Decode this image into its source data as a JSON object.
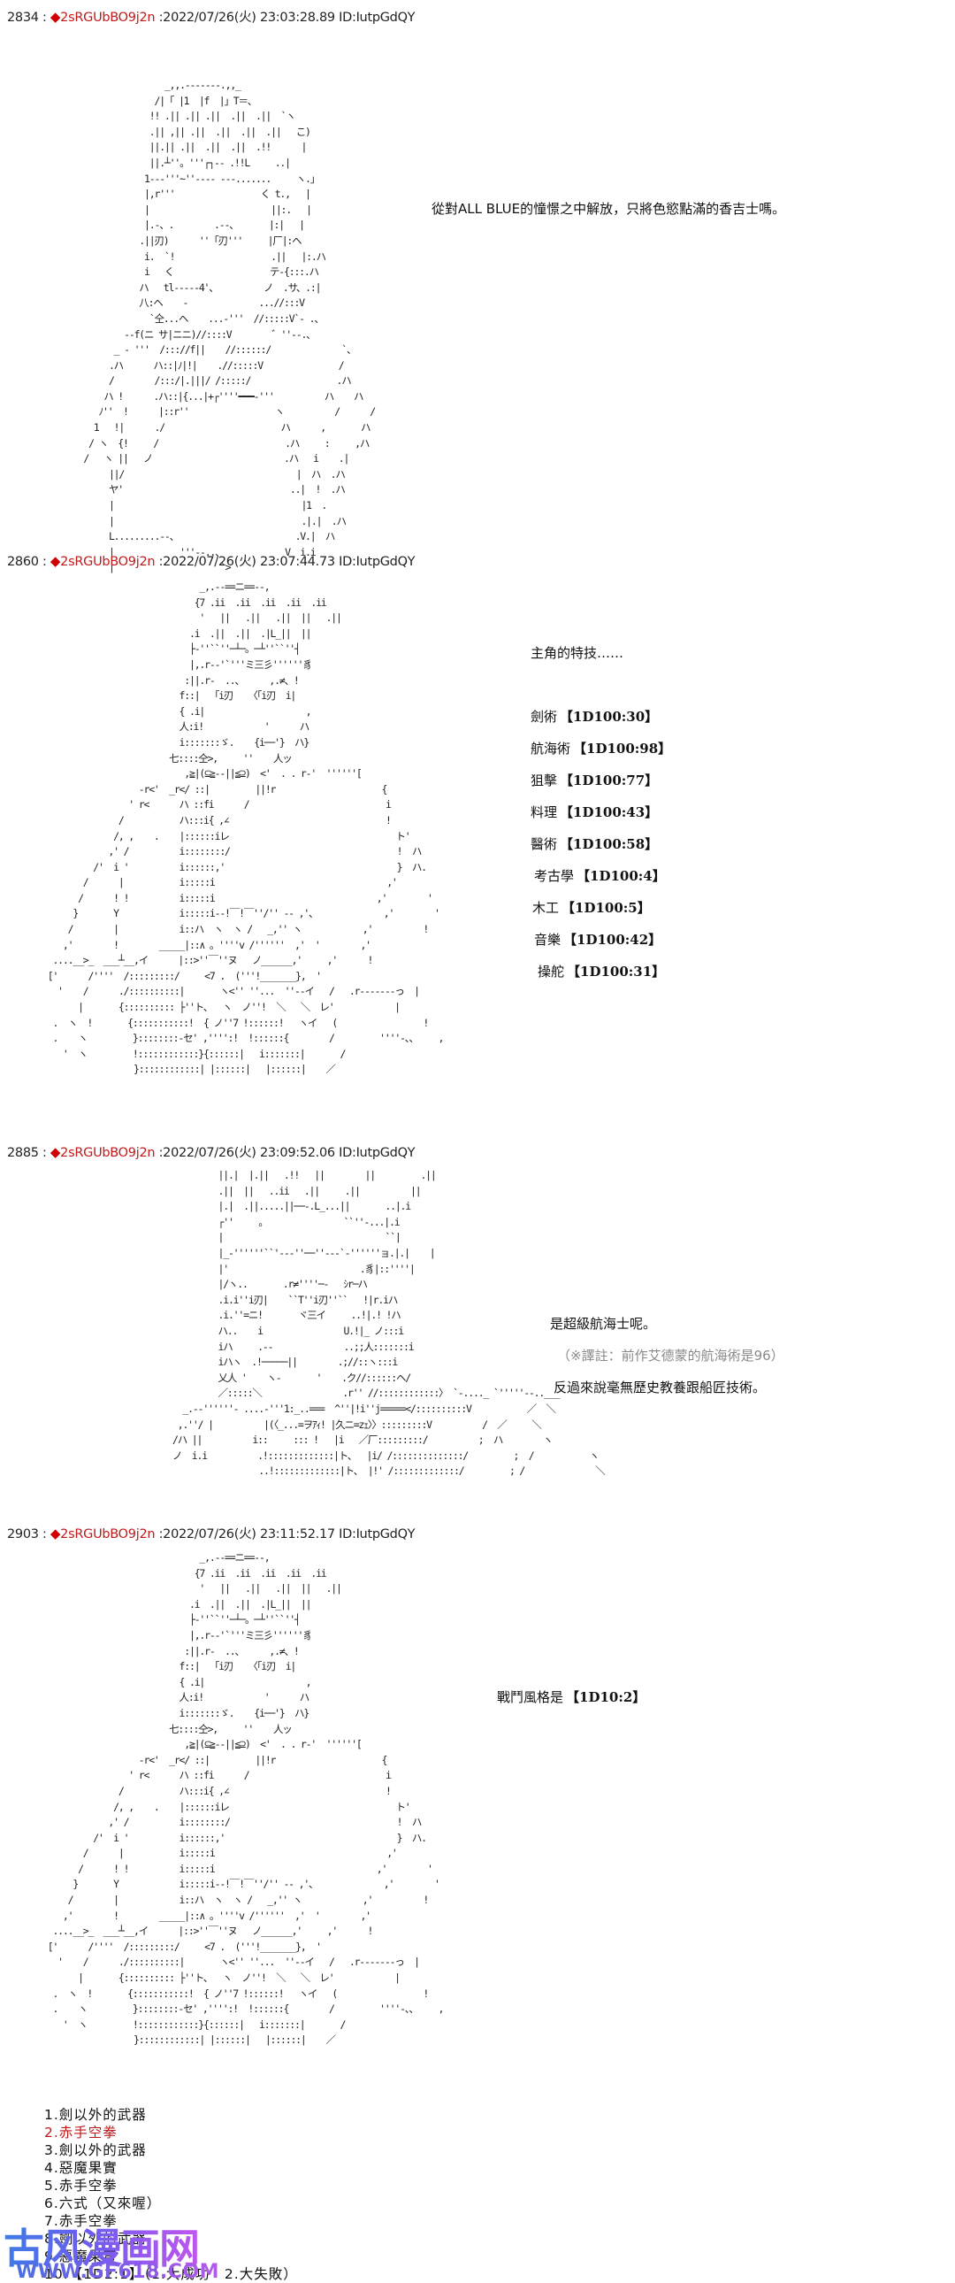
{
  "posts": [
    {
      "number": "2834",
      "separator": " : ",
      "diamond": "◆",
      "trip": "2sRGUbBO9j2n",
      "datetime": " :2022/07/26(火) 23:03:28.89 ID:IutpGdQY",
      "dialog": [
        "從對ALL BLUE的憧憬之中解放，只將色慾點滿的香吉士嗎。"
      ]
    },
    {
      "number": "2860",
      "separator": " : ",
      "diamond": "◆",
      "trip": "2sRGUbBO9j2n",
      "datetime": " :2022/07/26(火) 23:07:44.73 ID:IutpGdQY",
      "intro": "主角的特技……",
      "skills": [
        {
          "name": "劍術",
          "roll": "【1D100:30】"
        },
        {
          "name": "航海術",
          "roll": "【1D100:98】"
        },
        {
          "name": "狙擊",
          "roll": "【1D100:77】"
        },
        {
          "name": "料理",
          "roll": "【1D100:43】"
        },
        {
          "name": "醫術",
          "roll": "【1D100:58】"
        },
        {
          "name": "考古學",
          "roll": "【1D100:4】"
        },
        {
          "name": "木工",
          "roll": "【1D100:5】"
        },
        {
          "name": "音樂",
          "roll": "【1D100:42】"
        },
        {
          "name": "操舵",
          "roll": "【1D100:31】"
        }
      ]
    },
    {
      "number": "2885",
      "separator": " : ",
      "diamond": "◆",
      "trip": "2sRGUbBO9j2n",
      "datetime": " :2022/07/26(火) 23:09:52.06 ID:IutpGdQY",
      "dialog": [
        "是超級航海士呢。"
      ],
      "note": "（※譯註：前作艾德蒙的航海術是96）",
      "dialog2": "反過來說毫無歷史教養跟船匠技術。"
    },
    {
      "number": "2903",
      "separator": " : ",
      "diamond": "◆",
      "trip": "2sRGUbBO9j2n",
      "datetime": " :2022/07/26(火) 23:11:52.17 ID:IutpGdQY",
      "dialog": [
        "戰鬥風格是",
        "【1D10:2】"
      ],
      "choices": [
        {
          "label": "1.劍以外的武器",
          "highlight": false
        },
        {
          "label": "2.赤手空拳",
          "highlight": true
        },
        {
          "label": "3.劍以外的武器",
          "highlight": false
        },
        {
          "label": "4.惡魔果實",
          "highlight": false
        },
        {
          "label": "5.赤手空拳",
          "highlight": false
        },
        {
          "label": "6.六式（又來喔）",
          "highlight": false
        },
        {
          "label": "7.赤手空拳",
          "highlight": false
        },
        {
          "label": "8.劍以外的武器",
          "highlight": false
        },
        {
          "label": "9.惡魔果實",
          "highlight": false
        },
        {
          "label": "10.【1D2:1】（1.大成功　2.大失敗）",
          "highlight": false
        }
      ]
    }
  ],
  "colors": {
    "trip": "#c21a1a",
    "highlight": "#c01818",
    "note": "#8a8a8a"
  },
  "watermark": {
    "title": "古风漫画网",
    "url": "WWW.GF618.COM"
  },
  "ascii_art": {
    "sanji": "                      _,,.-‐‐‐‐‐-.,,_\n                    /|「 |1  |f  |」T＝、\n                   !! .|| .|| .||  .||  .||  `ヽ\n                   .|| ,|| .||  .||  .||  .||   こ)\n                   ||.|| .||  .||  .||  .!!      |\n                   ||.┴''。'''┌┐-‐ .!!L     ..|\n                  1‐-‐'''~''‐-‐- ‐‐‐.......     ヽ.」\n                  |,r'''                 く t.,   |\n                  |                        ||:.   |\n                  |.‐、.        .‐-、      |:|   |\n                 .||刃)      ''「刃'''     |厂|:ヘ\n                  i.  `!                   .||   |:.ハ\n                  i   く                   テ-{:::.ハ\n                 ハ   tl-----4'、         ノ  .サ、.:|\n                 八:ヘ    ‐              ...//:::V\n                   `仝...ヘ    ...‐'''  //:::::V`‐ .、\n              --f(ニ サ|ニニ)//::::V        ゛''‐-.、\n            _ ‐ '''  /::://f||    //::::::/              `、\n           .ハ      ハ::|ﾉ|!|    .//:::::V               /\n           /        /:::/|.|||/ /:::::/                 .ハ\n          ハ !      .ハ::|{...|+┌''''━━━‐'''          ハ    ハ\n         ﾉ''  !      |::r''                 ヽ          /      /\n        1   !|      ./                       ハ      ,       ハ\n       / ヽ  {!     /                         .ハ     :     ,ハ\n      /   ヽ ||   ノ                          .ハ   i    .|\n           ||/                                  |  ハ  .ハ\n           ヤ'                                 ..|  !  .ハ\n           |                                     |1  .\n           |                                     .|.|  .ハ\n           L.........‐-、                       .V.|  ハ\n           |             '''‐-..、            V  i.i\n           |                     `>",
    "zoro": "                               _,.‐-==ニ==-‐,\n                              {7 .ii  .ii  .ii  .ii  .ii\n                               '   ||   .||   .||  ||   .||\n                             .i  .||  .||  .|L_||  ||\n                             ├‐''``''─┴─。─┴''``''┤\n                             |,.r‐‐'`'''ミ三彡''''''豸\n                            :||.r‐  ..、     ,.≠、!\n                           f::|  「i刃   〈「i刃  i|\n                           { .i|                    ,\n                           人:i!            '      ハ\n                           i:::::::ゞ.    {i──'}  ハ}\n                         七::::仝>,     ''    人ッ\n                            ,≧|(⊆≧‐‐||≦⊇)  <'  . . r‐'  ''''''[\n                   -r<'  _r</ ::|         ||!r                     {\n                 ' r<      ハ ::fi      /                           i\n               /           ハ:::i{ ,∠                               !\n              /, ,    .    |::::::iレ                                 ト'\n             ,' /          i::::::::/                                 !  ハ\n          /'  i '          i::::::,'                                  }  ハ.\n        /      |           i:::::i                                  ,'\n       /      ! !          i:::::i                                ,'        '\n      }       Y            i:::::i‐‐!￣!￣''/'' ‐‐ ,'、             ,'        '\n     /        |            i::ハ  ヽ  ヽ /   _,'' ヽ            ,'          !\n    ,'        !        _____|::∧ 。''''v /''''''  ,'  '        ,'\n  ....__>_  ___┴__,イ      |::>''￣''ヌ   ノ______,'     ,'      !\n ['      /''''  /:::::::::/     <7 .  ('''!_______},  '\n   '    /      ./::::::::::|       ヽ<'' ''...  ''‐‐イ   /   .r‐‐‐‐‐‐‐っ  |\n       |       {:::::::::: ├''ト、  ヽ  ノ''!  ＼   ＼  レ'            |\n  .  ヽ  !       {:::::::::::!  { ノ''7 !::::::!   ヽイ   (                 !\n  .    ヽ         }::::::::‐セ' ,'''':!  !::::::{        /         ''''‐、、    ,\n    '  ヽ         !::::::::::::}{::::::|   i:::::::|       /\n                  }::::::::::::| |::::::|   |::::::|    ／",
    "robin_like": "         ||.|  |.||   .!!   ||        ||         .||\n         .||  ||   ..ii   .||     .||          ||\n         |.|  .||.....||──-.L_...||       ..|.i\n         ┌''     。               ``''‐...|.i\n         |                                ``|\n         |_‐''''''``'‐‐‐''──''‐‐‐`‐''''''ョ.|.|    |\n         |'                          .豸|::''''|\n         |/ヽ..       .r≠''''─‐   ｼr─ハ\n         .i.i''i刃|    ``T''i刃''``   !|r.iハ\n         .i.''=ニ!       ヾ三イ     ..!|.! !ハ\n         ハ..    i                U.!|_ ノ:::i\n         iハ     .‐‐              ..;;人:::::::i\n         iハヽ  .!─────||        .;//::ヽ:::i\n         乂人 '    ヽ‐       '    .ク//::::::ヘ/\n         ／:::::＼                .r'' //::::::::::::〉 `‐...._ `'''''‐‐..___\n  _.‐‐''''''‐ ....‐'''1:_..===  ^''|!i''j=====</::::::::::V           ／  ＼\n ,.''/ |          |(〈_...=ヲｱｨ! |久ニ=zｪ〉〉:::::::::V          /  ／     ＼\n/ハ ||          i::     ::: !   |i   ／厂:::::::::/          ;  ハ        ヽ\nノ  i.i          .!:::::::::::::|ト、  |i/ /::::::::::::::/         ;  /           ヽ\n                 ..!:::::::::::::|ト、 |!' /:::::::::::::/         ; /              ＼"
  }
}
